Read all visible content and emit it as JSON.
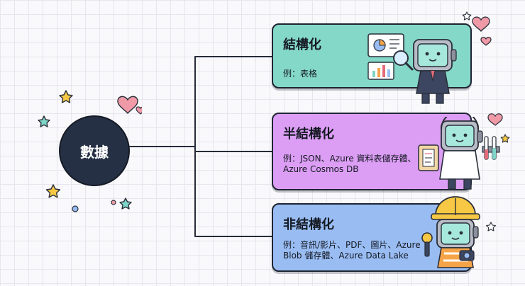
{
  "root": {
    "label": "數據",
    "color": "#263044"
  },
  "categories": [
    {
      "title": "結構化",
      "example": "例：表格",
      "color": "#84d8c8",
      "robot": "robot-analyst-icon"
    },
    {
      "title": "半結構化",
      "example": "例：JSON、Azure 資料表儲存體、Azure Cosmos DB",
      "color": "#dc9ef4",
      "robot": "robot-scientist-icon"
    },
    {
      "title": "非結構化",
      "example": "例：音訊/影片、PDF、圖片、Azure Blob 儲存體、Azure Data Lake",
      "color": "#99bdf3",
      "robot": "robot-builder-icon"
    }
  ],
  "decorations": [
    "heart-icon",
    "star-icon"
  ]
}
